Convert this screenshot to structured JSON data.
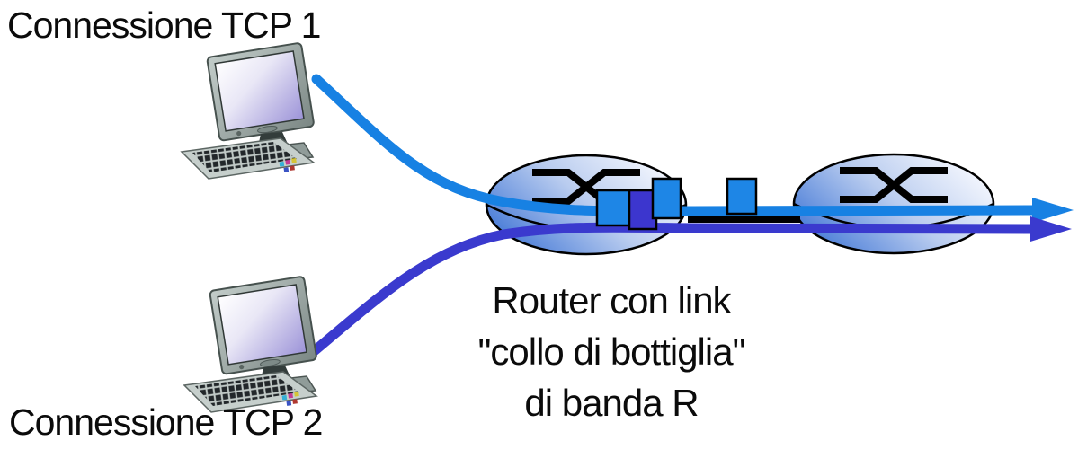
{
  "labels": {
    "tcp1": "Connessione TCP 1",
    "tcp2": "Connessione TCP 2"
  },
  "caption": {
    "line1": "Router con link",
    "line2": "\"collo di bottiglia\"",
    "line3": "di banda R"
  },
  "colors": {
    "flow_tcp1": "#1781E3",
    "flow_tcp2": "#3A3ACE",
    "packet_light": "#1E86E6",
    "packet_dark": "#3C36CE",
    "router_fill_dark": "#4378D6",
    "router_fill_mid": "#B9CCEF",
    "router_fill_light": "#FAFBFF",
    "bottleneck_link": "#000000",
    "text": "#0B0B0B"
  },
  "queue": {
    "packets_queued": 4
  }
}
